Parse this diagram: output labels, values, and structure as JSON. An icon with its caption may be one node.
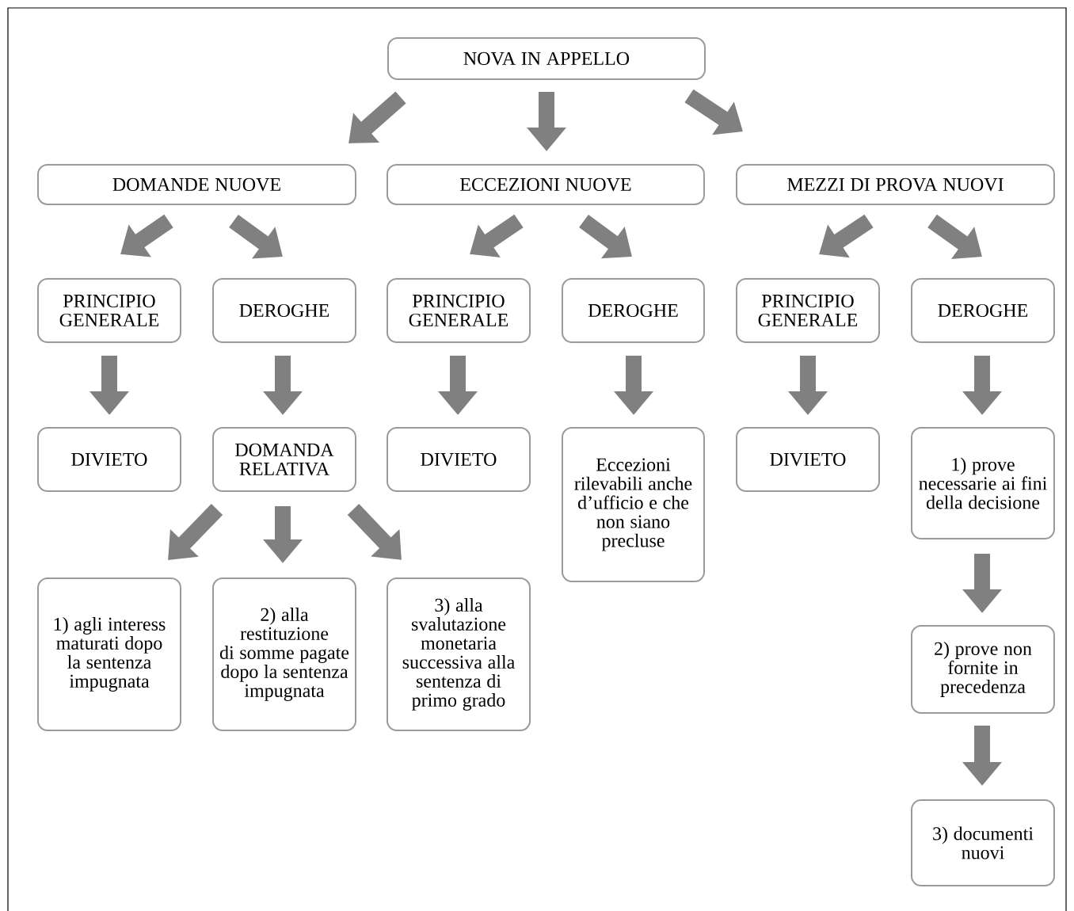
{
  "diagram": {
    "nodes": [
      {
        "text": [
          "NOVA IN APPELLO"
        ]
      },
      {
        "text": [
          "DOMANDE NUOVE"
        ]
      },
      {
        "text": [
          "ECCEZIONI NUOVE"
        ]
      },
      {
        "text": [
          "MEZZI DI PROVA NUOVI"
        ]
      },
      {
        "text": [
          "PRINCIPIO GENERALE"
        ]
      },
      {
        "text": [
          "DEROGHE"
        ]
      },
      {
        "text": [
          "PRINCIPIO GENERALE"
        ]
      },
      {
        "text": [
          "DEROGHE"
        ]
      },
      {
        "text": [
          "PRINCIPIO GENERALE"
        ]
      },
      {
        "text": [
          "DEROGHE"
        ]
      },
      {
        "text": [
          "DIVIETO"
        ]
      },
      {
        "text": [
          "DOMANDA RELATIVA"
        ]
      },
      {
        "text": [
          "DIVIETO"
        ]
      },
      {
        "text": [
          "Eccezioni rilevabili anche d’ufficio e che non siano precluse"
        ]
      },
      {
        "text": [
          "DIVIETO"
        ]
      },
      {
        "text": [
          "1) prove necessarie ai fini della decisione"
        ]
      },
      {
        "text": [
          "1) agli interess maturati dopo la sentenza impugnata"
        ]
      },
      {
        "text": [
          "2) alla restituzione di somme pagate dopo la sentenza impugnata"
        ]
      },
      {
        "text": [
          "3) alla svalutazione monetaria successiva alla sentenza di primo grado"
        ]
      },
      {
        "text": [
          "2) prove non fornite in precedenza"
        ]
      },
      {
        "text": [
          "3) documenti nuovi"
        ]
      }
    ],
    "edges": [
      {
        "from": 0,
        "to": 1,
        "arrow": "to"
      },
      {
        "from": 0,
        "to": 2,
        "arrow": "to"
      },
      {
        "from": 0,
        "to": 3,
        "arrow": "to"
      },
      {
        "from": 1,
        "to": 4,
        "arrow": "to"
      },
      {
        "from": 1,
        "to": 5,
        "arrow": "to"
      },
      {
        "from": 2,
        "to": 6,
        "arrow": "to"
      },
      {
        "from": 2,
        "to": 7,
        "arrow": "to"
      },
      {
        "from": 3,
        "to": 8,
        "arrow": "to"
      },
      {
        "from": 3,
        "to": 9,
        "arrow": "to"
      },
      {
        "from": 4,
        "to": 10,
        "arrow": "to"
      },
      {
        "from": 5,
        "to": 11,
        "arrow": "to"
      },
      {
        "from": 6,
        "to": 12,
        "arrow": "to"
      },
      {
        "from": 7,
        "to": 13,
        "arrow": "to"
      },
      {
        "from": 8,
        "to": 14,
        "arrow": "to"
      },
      {
        "from": 9,
        "to": 15,
        "arrow": "to"
      },
      {
        "from": 11,
        "to": 16,
        "arrow": "to"
      },
      {
        "from": 11,
        "to": 17,
        "arrow": "to"
      },
      {
        "from": 11,
        "to": 18,
        "arrow": "to"
      },
      {
        "from": 15,
        "to": 19,
        "arrow": "to"
      },
      {
        "from": 19,
        "to": 20,
        "arrow": "to"
      }
    ]
  }
}
